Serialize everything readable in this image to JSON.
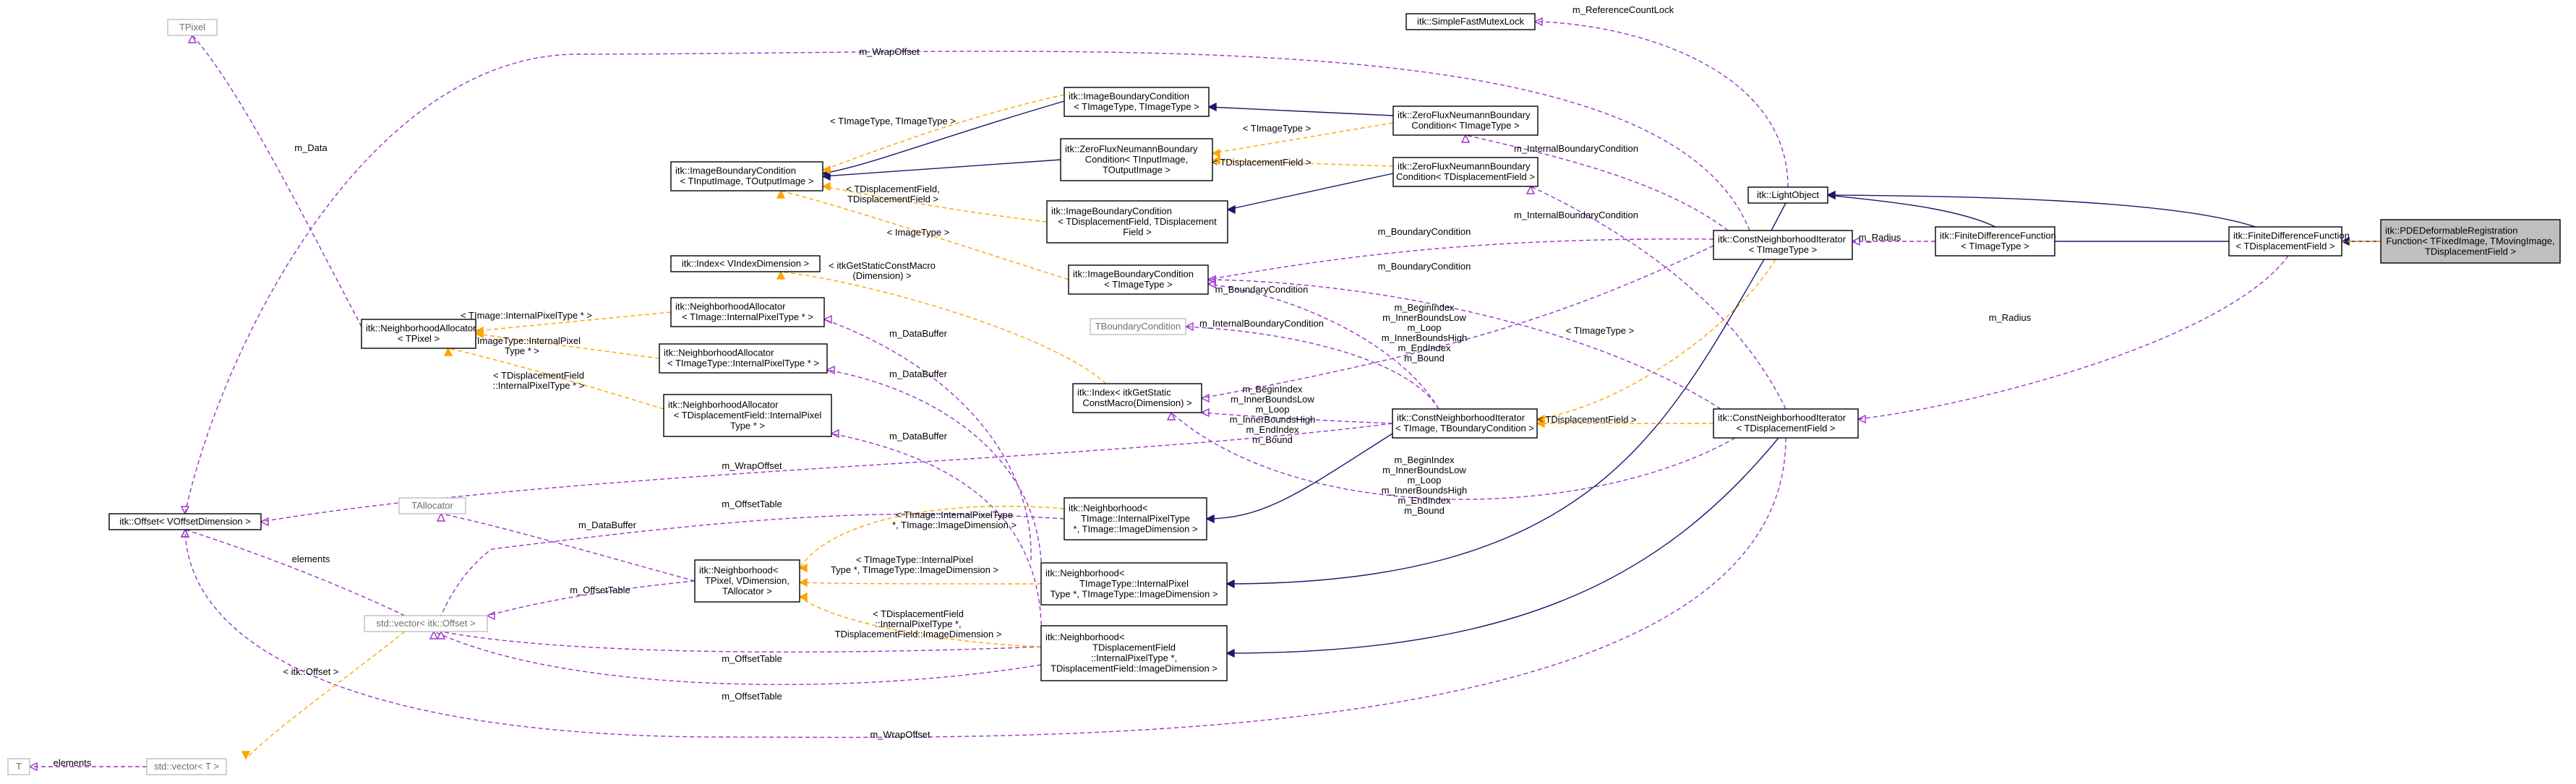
{
  "colors": {
    "inherit": "#191970",
    "template": "#ffa500",
    "usage": "#9a32cd",
    "focus_fill": "#bfbfbf",
    "border": "#000000",
    "ghost_border": "#bfbfbf",
    "ghost_text": "#6e6e6e"
  },
  "nodes": [
    {
      "id": "pde",
      "lines": [
        "itk::PDEDeformableRegistration",
        "Function< TFixedImage, TMovingImage,",
        "TDisplacementField >"
      ],
      "style": "focus"
    },
    {
      "id": "fdf_disp",
      "lines": [
        "itk::FiniteDifferenceFunction",
        "< TDisplacementField >"
      ],
      "style": "normal"
    },
    {
      "id": "fdf_t",
      "lines": [
        "itk::FiniteDifferenceFunction",
        "< TImageType >"
      ],
      "style": "normal"
    },
    {
      "id": "lightobject",
      "lines": [
        "itk::LightObject"
      ],
      "style": "normal"
    },
    {
      "id": "mutex",
      "lines": [
        "itk::SimpleFastMutexLock"
      ],
      "style": "normal"
    },
    {
      "id": "cni_img",
      "lines": [
        "itk::ConstNeighborhoodIterator",
        "< TImageType >"
      ],
      "style": "normal"
    },
    {
      "id": "cni_disp",
      "lines": [
        "itk::ConstNeighborhoodIterator",
        "< TDisplacementField >"
      ],
      "style": "normal"
    },
    {
      "id": "cni_gen",
      "lines": [
        "itk::ConstNeighborhoodIterator",
        "< TImage, TBoundaryCondition >"
      ],
      "style": "normal"
    },
    {
      "id": "zf_img",
      "lines": [
        "itk::ZeroFluxNeumannBoundary",
        "Condition< TImageType >"
      ],
      "style": "normal"
    },
    {
      "id": "zf_disp",
      "lines": [
        "itk::ZeroFluxNeumannBoundary",
        "Condition< TDisplacementField >"
      ],
      "style": "normal"
    },
    {
      "id": "ibc_tt",
      "lines": [
        "itk::ImageBoundaryCondition",
        "< TImageType, TImageType >"
      ],
      "style": "normal"
    },
    {
      "id": "zf_gen",
      "lines": [
        "itk::ZeroFluxNeumannBoundary",
        "Condition< TInputImage,",
        "TOutputImage >"
      ],
      "style": "normal"
    },
    {
      "id": "ibc_dd",
      "lines": [
        "itk::ImageBoundaryCondition",
        "< TDisplacementField, TDisplacement",
        "Field >"
      ],
      "style": "normal"
    },
    {
      "id": "ibc_gen",
      "lines": [
        "itk::ImageBoundaryCondition",
        "< TInputImage, TOutputImage >"
      ],
      "style": "normal"
    },
    {
      "id": "ibc_t",
      "lines": [
        "itk::ImageBoundaryCondition",
        "< TImageType >"
      ],
      "style": "normal"
    },
    {
      "id": "tboundary",
      "lines": [
        "TBoundaryCondition"
      ],
      "style": "ghost"
    },
    {
      "id": "index_v",
      "lines": [
        "itk::Index< VIndexDimension >"
      ],
      "style": "normal"
    },
    {
      "id": "index_get",
      "lines": [
        "itk::Index< itkGetStatic",
        "ConstMacro(Dimension) >"
      ],
      "style": "normal"
    },
    {
      "id": "na_img",
      "lines": [
        "itk::NeighborhoodAllocator",
        "< TImage::InternalPixelType * >"
      ],
      "style": "normal"
    },
    {
      "id": "na_imgtype",
      "lines": [
        "itk::NeighborhoodAllocator",
        "< TImageType::InternalPixelType * >"
      ],
      "style": "normal"
    },
    {
      "id": "na_disp",
      "lines": [
        "itk::NeighborhoodAllocator",
        "< TDisplacementField::InternalPixel",
        "Type * >"
      ],
      "style": "normal"
    },
    {
      "id": "na_gen",
      "lines": [
        "itk::NeighborhoodAllocator",
        "< TPixel >"
      ],
      "style": "normal"
    },
    {
      "id": "tpixel",
      "lines": [
        "TPixel"
      ],
      "style": "ghost"
    },
    {
      "id": "offset",
      "lines": [
        "itk::Offset< VOffsetDimension >"
      ],
      "style": "normal"
    },
    {
      "id": "tallocator",
      "lines": [
        "TAllocator"
      ],
      "style": "ghost"
    },
    {
      "id": "nbh_gen",
      "lines": [
        "itk::Neighborhood<",
        "TPixel, VDimension,",
        "TAllocator >"
      ],
      "style": "normal"
    },
    {
      "id": "vec_offset",
      "lines": [
        "std::vector< itk::Offset >"
      ],
      "style": "ghost"
    },
    {
      "id": "nbh_img",
      "lines": [
        "itk::Neighborhood<",
        "TImage::InternalPixelType",
        "*, TImage::ImageDimension >"
      ],
      "style": "normal"
    },
    {
      "id": "nbh_imgtype",
      "lines": [
        "itk::Neighborhood<",
        "TImageType::InternalPixel",
        "Type *, TImageType::ImageDimension >"
      ],
      "style": "normal"
    },
    {
      "id": "nbh_disp",
      "lines": [
        "itk::Neighborhood<",
        "TDisplacementField",
        "::InternalPixelType *,",
        "TDisplacementField::ImageDimension >"
      ],
      "style": "normal"
    },
    {
      "id": "t",
      "lines": [
        "T"
      ],
      "style": "ghost"
    },
    {
      "id": "vec_t",
      "lines": [
        "std::vector< T >"
      ],
      "style": "ghost"
    }
  ],
  "edges": [
    {
      "id": "e1",
      "kind": "inherit",
      "labels": []
    },
    {
      "id": "e2",
      "kind": "template",
      "labels": [
        "< TDisplacementField >"
      ]
    },
    {
      "id": "e3",
      "kind": "inherit",
      "labels": []
    },
    {
      "id": "e4",
      "kind": "inherit",
      "labels": []
    },
    {
      "id": "e5",
      "kind": "usage",
      "labels": [
        "m_ReferenceCountLock"
      ]
    },
    {
      "id": "e6",
      "kind": "usage",
      "labels": [
        "m_Radius"
      ]
    },
    {
      "id": "e7",
      "kind": "usage",
      "labels": [
        "m_Radius"
      ]
    },
    {
      "id": "e8",
      "kind": "inherit",
      "labels": []
    },
    {
      "id": "e9",
      "kind": "inherit",
      "labels": []
    },
    {
      "id": "e10",
      "kind": "template",
      "labels": [
        "< TImageType >"
      ]
    },
    {
      "id": "e11",
      "kind": "template",
      "labels": [
        "< TDisplacementField >"
      ]
    },
    {
      "id": "e12",
      "kind": "usage",
      "labels": [
        "m_InternalBoundaryCondition"
      ]
    },
    {
      "id": "e13",
      "kind": "usage",
      "labels": [
        "m_InternalBoundaryCondition"
      ]
    },
    {
      "id": "e14",
      "kind": "usage",
      "labels": [
        "m_BoundaryCondition"
      ]
    },
    {
      "id": "e15",
      "kind": "usage",
      "labels": [
        "m_BoundaryCondition"
      ]
    },
    {
      "id": "e16",
      "kind": "usage",
      "labels": [
        "m_BoundaryCondition"
      ]
    },
    {
      "id": "e17",
      "kind": "usage",
      "labels": [
        "m_InternalBoundaryCondition"
      ]
    },
    {
      "id": "e18",
      "kind": "inherit",
      "labels": []
    },
    {
      "id": "e19",
      "kind": "inherit",
      "labels": []
    },
    {
      "id": "e20",
      "kind": "template",
      "labels": [
        "< TImageType >"
      ]
    },
    {
      "id": "e21",
      "kind": "template",
      "labels": [
        "< TDisplacementField >"
      ]
    },
    {
      "id": "e22",
      "kind": "inherit",
      "labels": []
    },
    {
      "id": "e23",
      "kind": "inherit",
      "labels": []
    },
    {
      "id": "e24",
      "kind": "template",
      "labels": [
        "< TImageType, TImageType >"
      ]
    },
    {
      "id": "e25",
      "kind": "template",
      "labels": [
        "< TDisplacementField,",
        "TDisplacementField >"
      ]
    },
    {
      "id": "e26",
      "kind": "template",
      "labels": [
        "< ImageType >"
      ]
    },
    {
      "id": "e27",
      "kind": "usage",
      "labels": [
        "m_BeginIndex",
        "m_InnerBoundsLow",
        "m_Loop",
        "m_InnerBoundsHigh",
        "m_EndIndex",
        "m_Bound"
      ]
    },
    {
      "id": "e28",
      "kind": "usage",
      "labels": [
        "m_BeginIndex",
        "m_InnerBoundsLow",
        "m_Loop",
        "m_InnerBoundsHigh",
        "m_EndIndex",
        "m_Bound"
      ]
    },
    {
      "id": "e29",
      "kind": "usage",
      "labels": [
        "m_BeginIndex",
        "m_InnerBoundsLow",
        "m_Loop",
        "m_InnerBoundsHigh",
        "m_EndIndex",
        "m_Bound"
      ]
    },
    {
      "id": "e30",
      "kind": "template",
      "labels": [
        "< itkGetStaticConstMacro",
        "(Dimension) >"
      ]
    },
    {
      "id": "e31",
      "kind": "usage",
      "labels": [
        "m_WrapOffset"
      ]
    },
    {
      "id": "e32",
      "kind": "usage",
      "labels": [
        "m_WrapOffset"
      ]
    },
    {
      "id": "e33",
      "kind": "usage",
      "labels": [
        "m_WrapOffset"
      ]
    },
    {
      "id": "e34",
      "kind": "usage",
      "labels": [
        "m_Data"
      ]
    },
    {
      "id": "e35",
      "kind": "template",
      "labels": [
        "< TImage::InternalPixelType * >"
      ]
    },
    {
      "id": "e36",
      "kind": "template",
      "labels": [
        "< TImageType::InternalPixel",
        "Type * >"
      ]
    },
    {
      "id": "e37",
      "kind": "template",
      "labels": [
        "< TDisplacementField",
        "::InternalPixelType * >"
      ]
    },
    {
      "id": "e38",
      "kind": "usage",
      "labels": [
        "m_DataBuffer"
      ]
    },
    {
      "id": "e39",
      "kind": "usage",
      "labels": [
        "m_DataBuffer"
      ]
    },
    {
      "id": "e40",
      "kind": "usage",
      "labels": [
        "m_DataBuffer"
      ]
    },
    {
      "id": "e41",
      "kind": "usage",
      "labels": [
        "m_DataBuffer"
      ]
    },
    {
      "id": "e42",
      "kind": "usage",
      "labels": [
        "m_OffsetTable"
      ]
    },
    {
      "id": "e43",
      "kind": "usage",
      "labels": [
        "m_OffsetTable"
      ]
    },
    {
      "id": "e44",
      "kind": "usage",
      "labels": [
        "m_OffsetTable"
      ]
    },
    {
      "id": "e45",
      "kind": "usage",
      "labels": [
        "m_OffsetTable"
      ]
    },
    {
      "id": "e46",
      "kind": "usage",
      "labels": [
        "elements"
      ]
    },
    {
      "id": "e47",
      "kind": "template",
      "labels": [
        "< itk::Offset >"
      ]
    },
    {
      "id": "e48",
      "kind": "usage",
      "labels": [
        "elements"
      ]
    },
    {
      "id": "e49",
      "kind": "template",
      "labels": [
        "< TImage::InternalPixelType",
        "*, TImage::ImageDimension >"
      ]
    },
    {
      "id": "e50",
      "kind": "template",
      "labels": [
        "< TImageType::InternalPixel",
        "Type *, TImageType::ImageDimension >"
      ]
    },
    {
      "id": "e51",
      "kind": "template",
      "labels": [
        "< TDisplacementField",
        "::InternalPixelType *,",
        "TDisplacementField::ImageDimension >"
      ]
    },
    {
      "id": "e52",
      "kind": "inherit",
      "labels": []
    },
    {
      "id": "e53",
      "kind": "inherit",
      "labels": []
    },
    {
      "id": "e54",
      "kind": "inherit",
      "labels": []
    }
  ]
}
